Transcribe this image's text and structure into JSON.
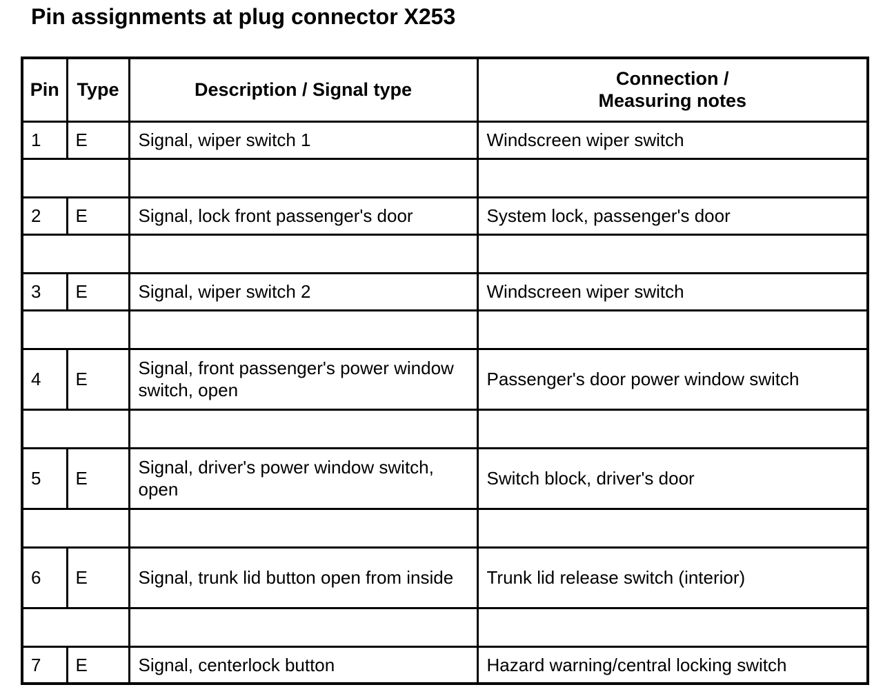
{
  "title": "Pin assignments at plug connector X253",
  "colors": {
    "border": "#000000",
    "text": "#000000",
    "background": "#ffffff"
  },
  "table": {
    "headers": {
      "pin": "Pin",
      "type": "Type",
      "description": "Description / Signal type",
      "connection": "Connection /\nMeasuring notes"
    },
    "rows": [
      {
        "pin": "1",
        "type": "E",
        "description": "Signal, wiper switch 1",
        "connection": "Windscreen wiper switch"
      },
      {
        "pin": "2",
        "type": "E",
        "description": "Signal, lock front passenger's door",
        "connection": "System lock, passenger's door"
      },
      {
        "pin": "3",
        "type": "E",
        "description": "Signal, wiper switch 2",
        "connection": "Windscreen wiper switch"
      },
      {
        "pin": "4",
        "type": "E",
        "description": "Signal, front passenger's power window switch, open",
        "connection": "Passenger's door power window switch"
      },
      {
        "pin": "5",
        "type": "E",
        "description": "Signal, driver's power window switch, open",
        "connection": "Switch block, driver's door"
      },
      {
        "pin": "6",
        "type": "E",
        "description": "Signal, trunk lid button open from inside",
        "connection": "Trunk lid release switch (interior)"
      },
      {
        "pin": "7",
        "type": "E",
        "description": "Signal, centerlock button",
        "connection": "Hazard warning/central locking switch"
      }
    ]
  }
}
